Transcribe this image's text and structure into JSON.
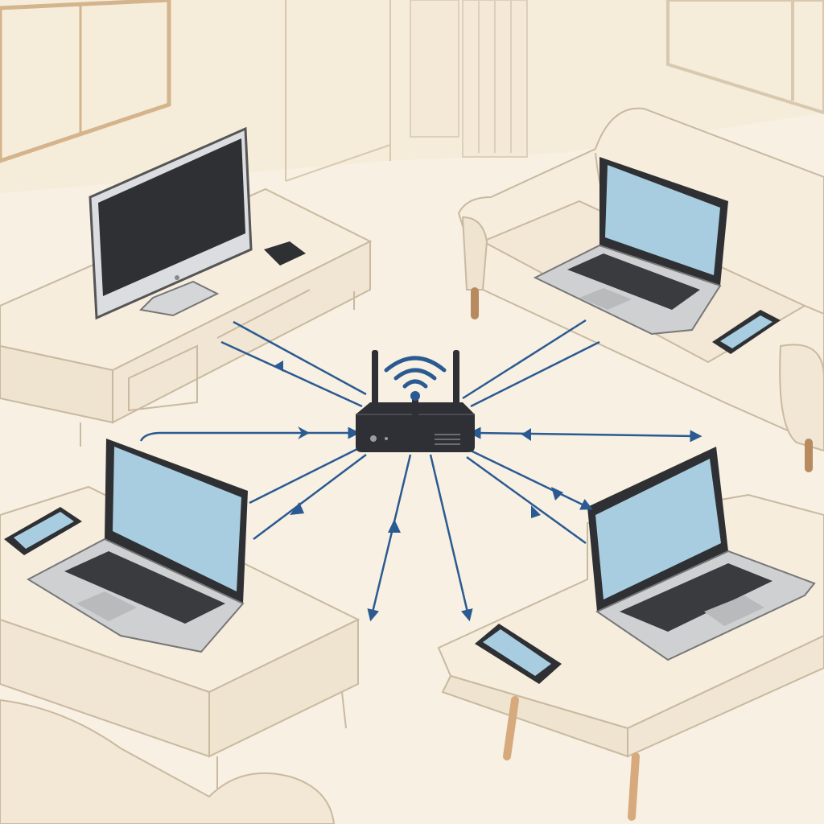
{
  "scene": {
    "colors": {
      "background": "#f8f0e2",
      "floor": "#faf3e6",
      "furniture": "#f5ecdc",
      "outline": "#c9b9a0",
      "wood": "#d7aa7e",
      "screen": "#a9cde0",
      "monitor_screen": "#2f3033",
      "device_body": "#3a3b3f",
      "laptop_base": "#cfd0d2",
      "router": "#2e3035",
      "connection": "#2a5a92"
    },
    "devices": [
      {
        "type": "desktop-monitor",
        "icon": "monitor-icon"
      },
      {
        "type": "laptop",
        "icon": "laptop-icon",
        "location": "sofa"
      },
      {
        "type": "laptop",
        "icon": "laptop-icon",
        "location": "left-table"
      },
      {
        "type": "laptop",
        "icon": "laptop-icon",
        "location": "coffee-table"
      },
      {
        "type": "smartphone",
        "icon": "phone-icon",
        "location": "sofa"
      },
      {
        "type": "smartphone",
        "icon": "phone-icon",
        "location": "left-table"
      },
      {
        "type": "smartphone",
        "icon": "phone-icon",
        "location": "coffee-table"
      },
      {
        "type": "router",
        "icon": "wifi-router-icon"
      }
    ]
  }
}
